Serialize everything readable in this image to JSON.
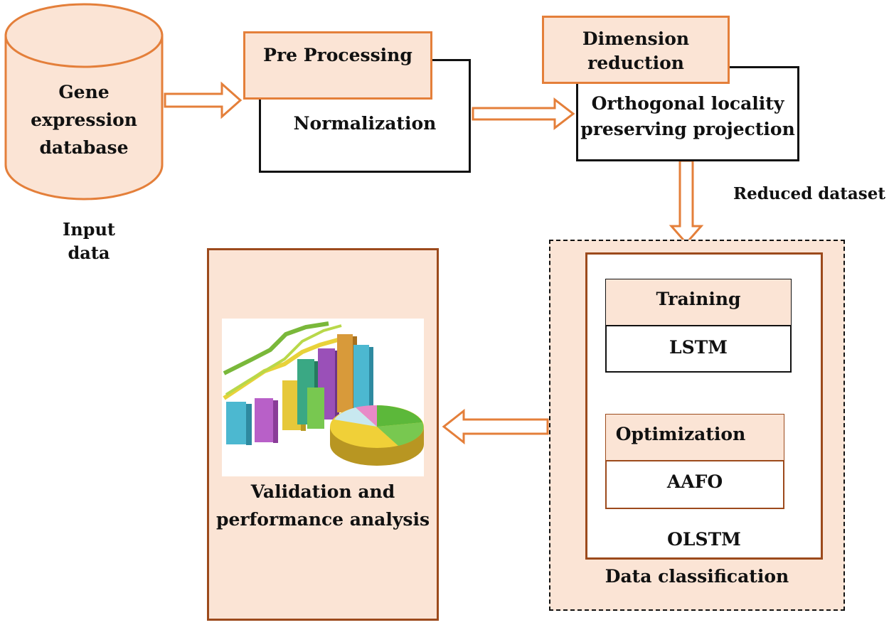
{
  "input": {
    "database_label": "Gene expression database",
    "database_line1": "Gene",
    "database_line2": "expression",
    "database_line3": "database",
    "caption_line1": "Input",
    "caption_line2": "data"
  },
  "preprocessing": {
    "header": "Pre Processing",
    "body": "Normalization"
  },
  "dimension": {
    "header_line1": "Dimension",
    "header_line2": "reduction",
    "body_line1": "Orthogonal locality",
    "body_line2": "preserving projection"
  },
  "reduced_label": "Reduced dataset",
  "classification": {
    "caption": "Data classification",
    "model_label": "OLSTM",
    "training": {
      "header": "Training",
      "body": "LSTM"
    },
    "optimization": {
      "header": "Optimization",
      "body": "AAFO"
    }
  },
  "validation": {
    "line1": "Validation and",
    "line2": "performance analysis",
    "icon": "bar-chart-pie-icon"
  },
  "colors": {
    "orange": "#e47f3a",
    "peach": "#fbe4d5",
    "box_border_dark": "#9c4a1c",
    "black": "#111111"
  }
}
